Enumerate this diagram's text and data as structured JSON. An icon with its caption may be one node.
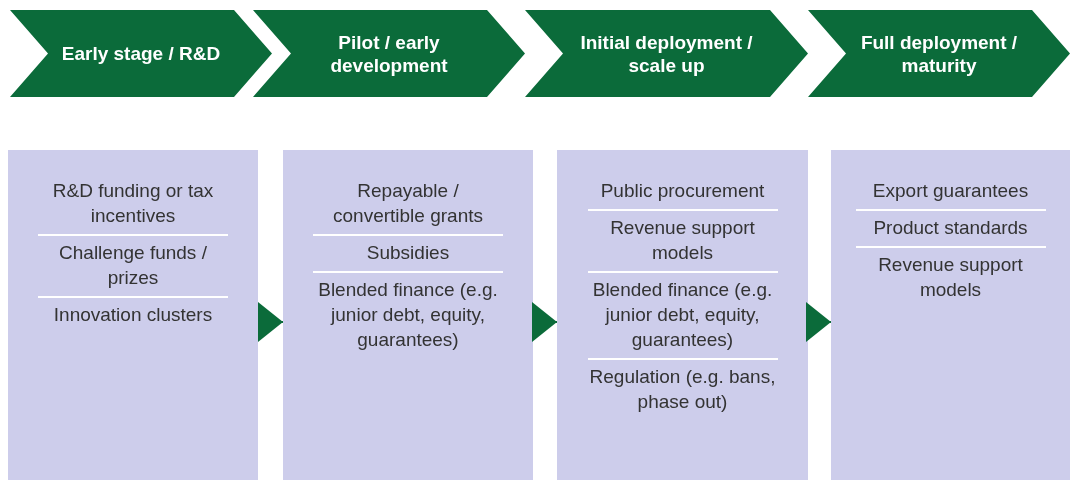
{
  "diagram": {
    "nodes": [
      {
        "text": [
          "Early stage / R&D"
        ]
      },
      {
        "text": [
          "Pilot / early development"
        ]
      },
      {
        "text": [
          "Initial deployment / scale up"
        ]
      },
      {
        "text": [
          "Full deployment / maturity"
        ]
      },
      {
        "text": [],
        "shape": "box"
      },
      {
        "text": [
          "R&D funding or tax incentives"
        ],
        "in": 4
      },
      {
        "text": [
          "Challenge funds / prizes"
        ],
        "in": 4
      },
      {
        "text": [
          "Innovation clusters"
        ],
        "in": 4
      },
      {
        "text": [],
        "shape": "box"
      },
      {
        "text": [
          "Repayable / convertible grants"
        ],
        "in": 8
      },
      {
        "text": [
          "Subsidies"
        ],
        "in": 8
      },
      {
        "text": [
          "Blended finance (e.g. junior debt, equity, guarantees)"
        ],
        "in": 8
      },
      {
        "text": [],
        "shape": "box"
      },
      {
        "text": [
          "Public procurement"
        ],
        "in": 12
      },
      {
        "text": [
          "Revenue support models"
        ],
        "in": 12
      },
      {
        "text": [
          "Blended finance (e.g. junior debt, equity, guarantees)"
        ],
        "in": 12
      },
      {
        "text": [
          "Regulation (e.g. bans, phase out)"
        ],
        "in": 12
      },
      {
        "text": [],
        "shape": "box"
      },
      {
        "text": [
          "Export guarantees"
        ],
        "in": 17
      },
      {
        "text": [
          "Product standards"
        ],
        "in": 17
      },
      {
        "text": [
          "Revenue support models"
        ],
        "in": 17
      }
    ],
    "edges": [
      {
        "from": 4,
        "to": 8,
        "arrow": "to"
      },
      {
        "from": 8,
        "to": 12,
        "arrow": "to"
      },
      {
        "from": 12,
        "to": 17,
        "arrow": "to"
      }
    ]
  }
}
